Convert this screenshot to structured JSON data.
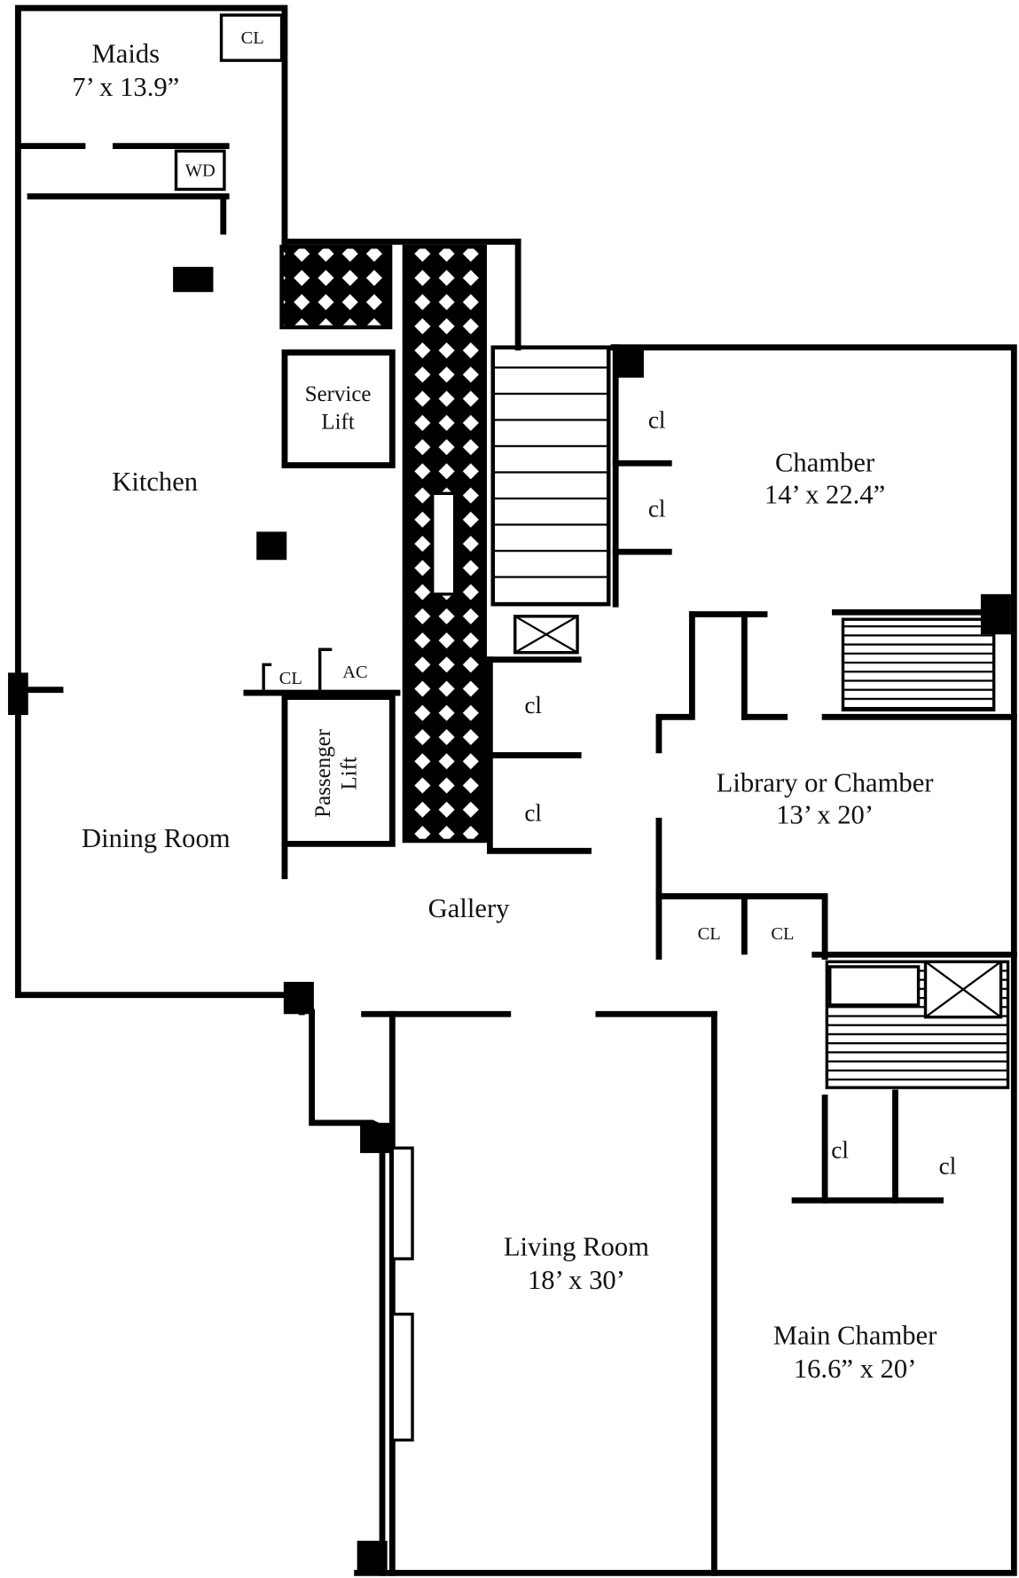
{
  "plan": {
    "rooms": {
      "maids": {
        "name": "Maids",
        "size": "7’ x 13.9”"
      },
      "maids_closet": "CL",
      "washer_dryer": "WD",
      "service_lift": {
        "line1": "Service",
        "line2": "Lift"
      },
      "kitchen": {
        "name": "Kitchen"
      },
      "kitchen_closet": "CL",
      "ac": "AC",
      "passenger_lift": {
        "line1": "Passenger",
        "line2": "Lift"
      },
      "dining": {
        "name": "Dining Room"
      },
      "gallery": {
        "name": "Gallery"
      },
      "chamber": {
        "name": "Chamber",
        "size": "14’ x 22.4”"
      },
      "chamber_closets": [
        "cl",
        "cl"
      ],
      "gallery_closets": [
        "cl",
        "cl"
      ],
      "library": {
        "name": "Library or Chamber",
        "size": "13’ x 20’"
      },
      "library_closets": [
        "CL",
        "CL"
      ],
      "living": {
        "name": "Living Room",
        "size": "18’ x 30’"
      },
      "main_chamber": {
        "name": "Main Chamber",
        "size": "16.6” x 20’"
      },
      "main_closets": [
        "cl",
        "cl"
      ]
    }
  }
}
